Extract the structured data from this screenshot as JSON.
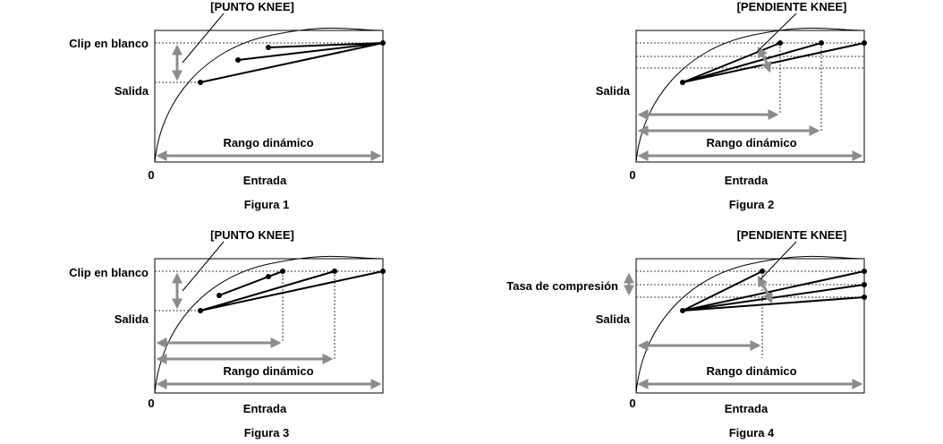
{
  "figure1": {
    "caption": "Figura 1",
    "top_label": "[PUNTO KNEE]",
    "clip_label": "Clip en blanco",
    "output_label": "Salida",
    "range_label": "Rango dinámico",
    "input_label": "Entrada",
    "origin_label": "0"
  },
  "figure2": {
    "caption": "Figura 2",
    "top_label": "[PENDIENTE KNEE]",
    "output_label": "Salida",
    "range_label": "Rango dinámico",
    "input_label": "Entrada",
    "origin_label": "0"
  },
  "figure3": {
    "caption": "Figura 3",
    "top_label": "[PUNTO KNEE]",
    "clip_label": "Clip en blanco",
    "output_label": "Salida",
    "range_label": "Rango dinámico",
    "input_label": "Entrada",
    "origin_label": "0"
  },
  "figure4": {
    "caption": "Figura 4",
    "top_label": "[PENDIENTE KNEE]",
    "compression_label": "Tasa de compresión",
    "output_label": "Salida",
    "range_label": "Rango dinámico",
    "input_label": "Entrada",
    "origin_label": "0"
  }
}
